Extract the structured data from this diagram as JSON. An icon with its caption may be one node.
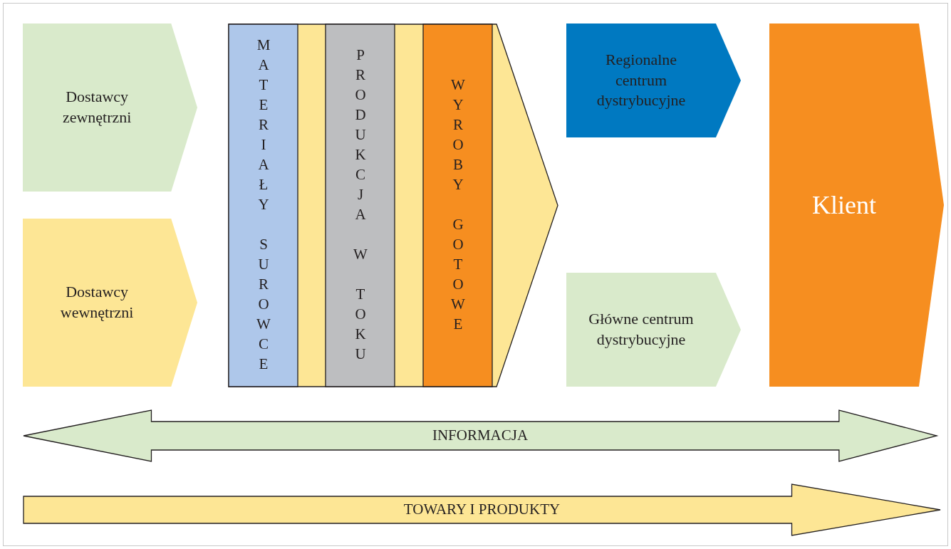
{
  "diagram": {
    "nodes": [
      {
        "text": [
          "Dostawcy zewnętrzni"
        ]
      },
      {
        "text": [
          "Dostawcy wewnętrzni"
        ]
      },
      {
        "text": [],
        "shape": "arrow"
      },
      {
        "text": [
          "MATERIAŁY SUROWCE"
        ],
        "in": 2
      },
      {
        "text": [
          "PRODUKCJA W TOKU"
        ],
        "in": 2
      },
      {
        "text": [
          "WYROBY GOTOWE"
        ],
        "in": 2
      },
      {
        "text": [
          "Regionalne centrum dystrybucyjne"
        ]
      },
      {
        "text": [
          "Główne centrum dystrybucyjne"
        ]
      },
      {
        "text": [
          "Klient"
        ]
      },
      {
        "text": [
          "INFORMACJA"
        ]
      },
      {
        "text": [
          "TOWARY I PRODUKTY"
        ]
      }
    ]
  }
}
